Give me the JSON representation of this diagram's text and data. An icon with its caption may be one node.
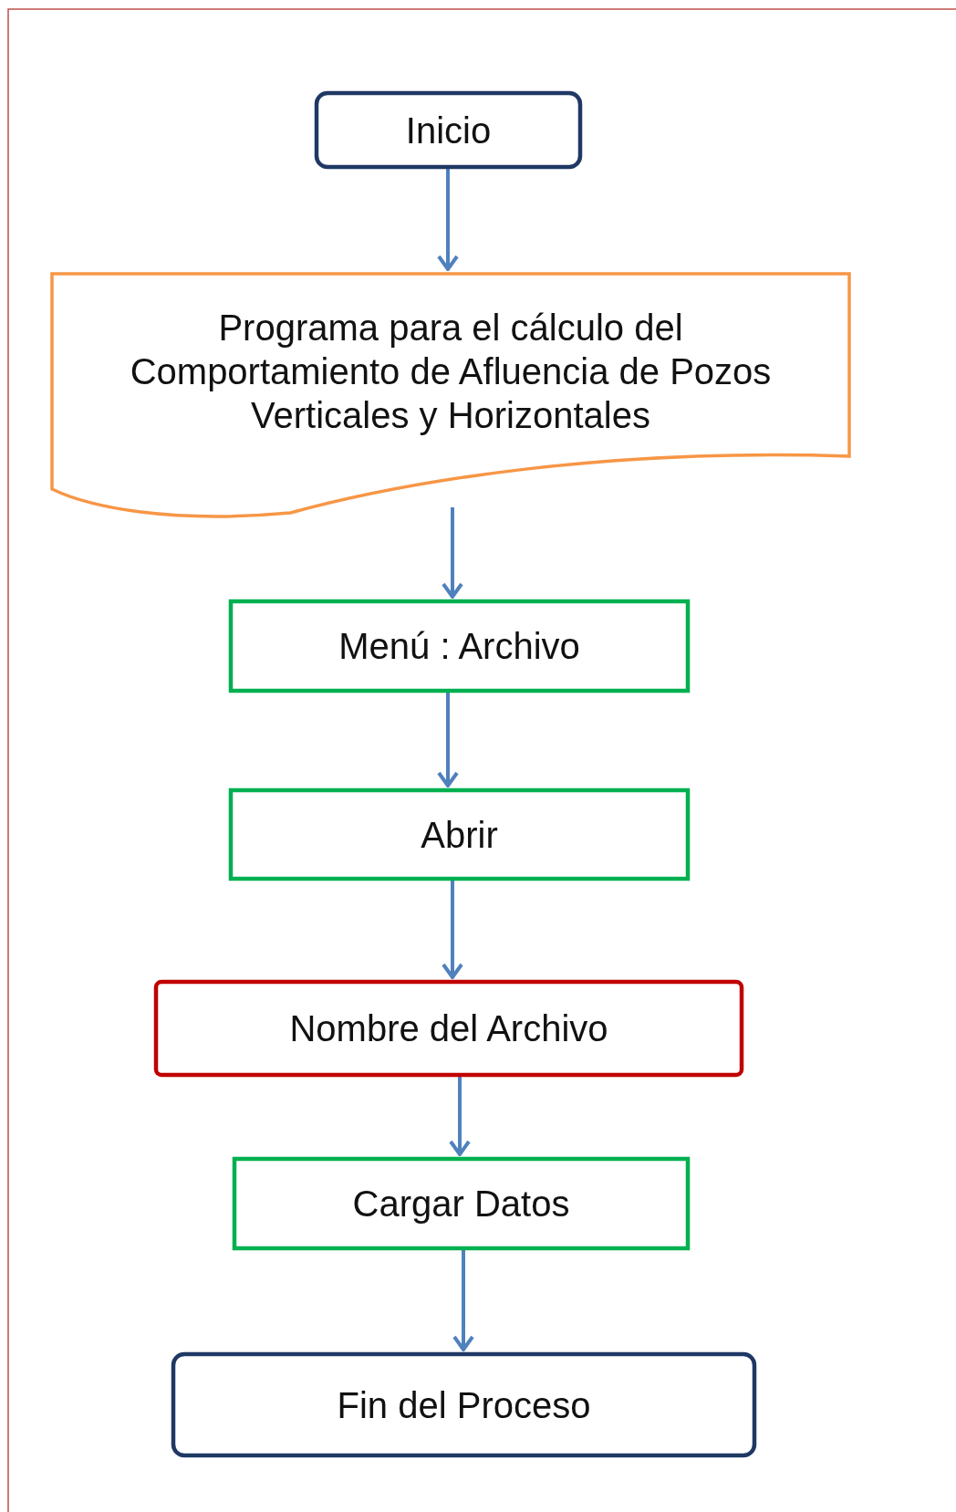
{
  "diagram": {
    "nodes": [
      {
        "text": [
          "Inicio"
        ]
      },
      {
        "text": [
          "Programa para el cálculo del Comportamiento de Afluencia de Pozos Verticales y Horizontales"
        ]
      },
      {
        "text": [
          "Menú : Archivo"
        ]
      },
      {
        "text": [
          "Abrir"
        ]
      },
      {
        "text": [
          "Nombre del Archivo"
        ]
      },
      {
        "text": [
          "Cargar Datos"
        ]
      },
      {
        "text": [
          "Fin del Proceso"
        ]
      }
    ],
    "edges": [
      {
        "from": 0,
        "to": 1,
        "arrow": "to"
      },
      {
        "from": 1,
        "to": 2,
        "arrow": "to"
      },
      {
        "from": 2,
        "to": 3,
        "arrow": "to"
      },
      {
        "from": 3,
        "to": 4,
        "arrow": "to"
      },
      {
        "from": 4,
        "to": 5,
        "arrow": "to"
      },
      {
        "from": 5,
        "to": 6,
        "arrow": "to"
      }
    ]
  }
}
